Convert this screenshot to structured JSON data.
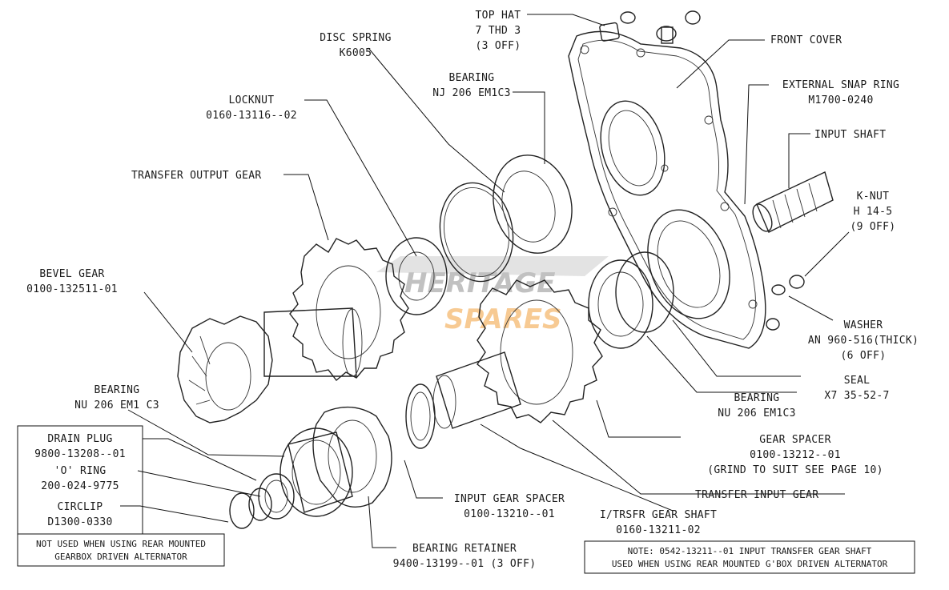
{
  "labels": {
    "top_hat": [
      "TOP HAT",
      "7 THD 3",
      "(3 OFF)"
    ],
    "disc_spring": [
      "DISC SPRING",
      "K6005"
    ],
    "bearing_nj": [
      "BEARING",
      "NJ 206 EM1C3"
    ],
    "front_cover": [
      "FRONT COVER"
    ],
    "snap_ring": [
      "EXTERNAL SNAP RING",
      "M1700-0240"
    ],
    "locknut": [
      "LOCKNUT",
      "0160-13116--02"
    ],
    "input_shaft": [
      "INPUT SHAFT"
    ],
    "transfer_output_gear": [
      "TRANSFER OUTPUT GEAR"
    ],
    "k_nut": [
      "K-NUT",
      "H 14-5",
      "(9 OFF)"
    ],
    "bevel_gear": [
      "BEVEL GEAR",
      "0100-132511-01"
    ],
    "washer": [
      "WASHER",
      "AN 960-516(THICK)",
      "(6 OFF)"
    ],
    "seal": [
      "SEAL",
      "X7 35-52-7"
    ],
    "bearing_nu_right": [
      "BEARING",
      "NU 206 EM1C3"
    ],
    "bearing_nu_left": [
      "BEARING",
      "NU 206 EM1 C3"
    ],
    "drain_plug": [
      "DRAIN PLUG",
      "9800-13208--01"
    ],
    "o_ring": [
      "'O' RING",
      "200-024-9775"
    ],
    "circlip": [
      "CIRCLIP",
      "D1300-0330"
    ],
    "gear_spacer": [
      "GEAR SPACER",
      "0100-13212--01",
      "(GRIND TO SUIT SEE PAGE 10)"
    ],
    "transfer_input_gear": [
      "TRANSFER INPUT GEAR"
    ],
    "input_gear_spacer": [
      "INPUT GEAR SPACER",
      "0100-13210--01"
    ],
    "trsfr_gear_shaft": [
      "I/TRSFR GEAR SHAFT",
      "0160-13211-02"
    ],
    "bearing_retainer": [
      "BEARING RETAINER",
      "9400-13199--01 (3 OFF)"
    ]
  },
  "notes": {
    "left": [
      "NOT USED WHEN USING REAR MOUNTED",
      "GEARBOX DRIVEN ALTERNATOR"
    ],
    "right": [
      "NOTE: 0542-13211--01 INPUT TRANSFER GEAR SHAFT",
      "USED WHEN USING REAR MOUNTED G'BOX DRIVEN ALTERNATOR"
    ]
  },
  "watermark": {
    "line1": "HERITAGE",
    "line2": "SPARES",
    "color": "#f2a03c"
  }
}
